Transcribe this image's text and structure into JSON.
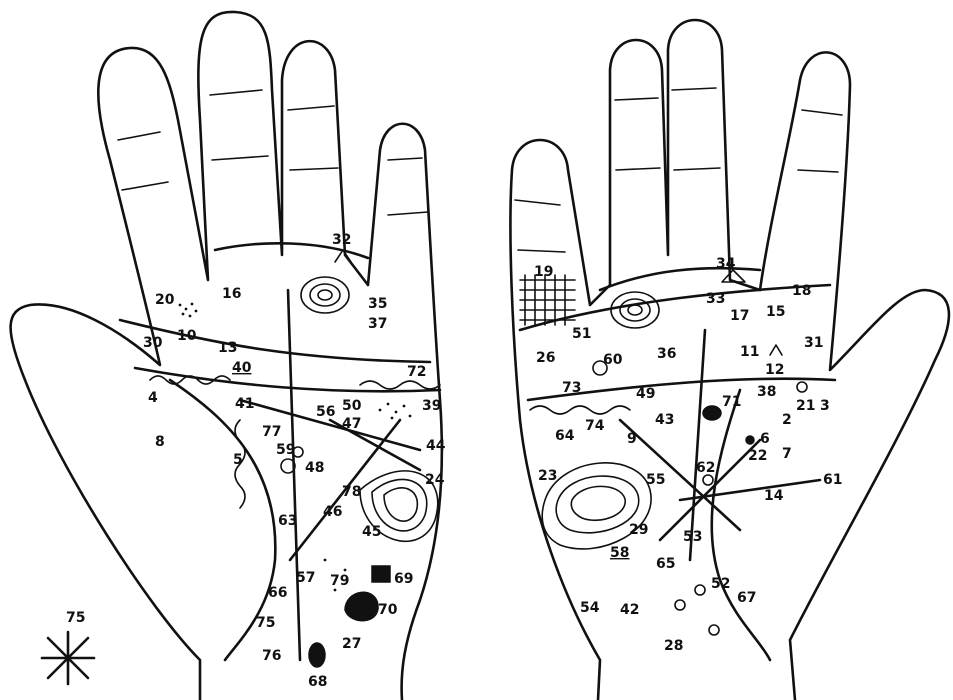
{
  "left_hand_labels": [
    "20",
    "16",
    "10",
    "13",
    "30",
    "32",
    "35",
    "37",
    "40",
    "72",
    "4",
    "41",
    "77",
    "50",
    "47",
    "39",
    "56",
    "8",
    "5",
    "59",
    "48",
    "44",
    "24",
    "78",
    "63",
    "46",
    "45",
    "57",
    "79",
    "69",
    "66",
    "70",
    "75",
    "27",
    "76",
    "68"
  ],
  "right_hand_labels": [
    "19",
    "34",
    "33",
    "17",
    "15",
    "18",
    "51",
    "36",
    "26",
    "60",
    "11",
    "12",
    "31",
    "73",
    "49",
    "38",
    "21",
    "3",
    "2",
    "64",
    "74",
    "43",
    "71",
    "6",
    "9",
    "7",
    "22",
    "23",
    "62",
    "61",
    "55",
    "14",
    "29",
    "53",
    "58",
    "65",
    "52",
    "67",
    "54",
    "42",
    "28"
  ],
  "legend_label": "75",
  "colors": {
    "ink": "#111111",
    "paper": "#ffffff"
  }
}
